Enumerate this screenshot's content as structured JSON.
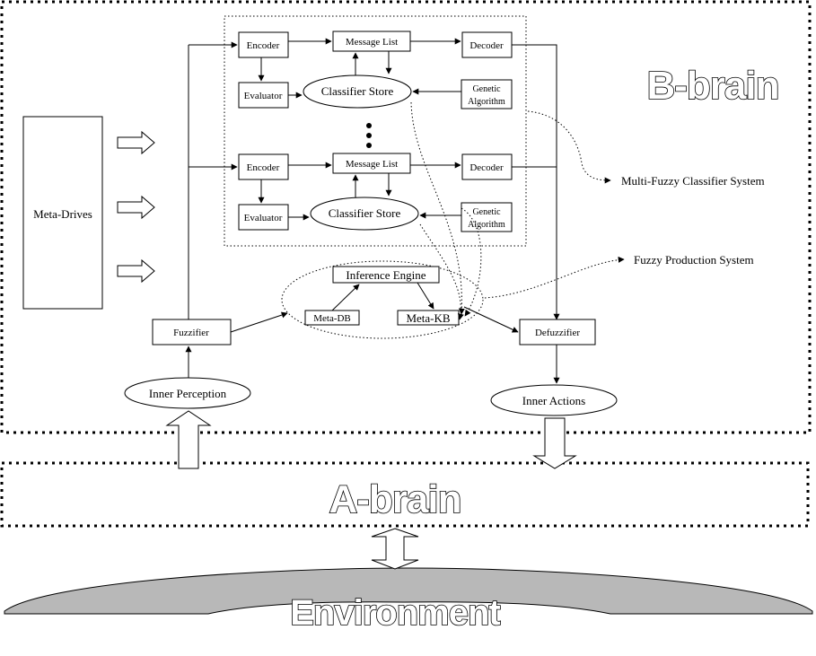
{
  "labels": {
    "b_brain": "B-brain",
    "a_brain": "A-brain",
    "environment": "Environment",
    "meta_drives": "Meta-Drives",
    "encoder": "Encoder",
    "evaluator": "Evaluator",
    "message_list": "Message List",
    "classifier_store": "Classifier Store",
    "decoder": "Decoder",
    "genetic_1": "Genetic",
    "genetic_2": "Algorithm",
    "multi_fuzzy": "Multi-Fuzzy Classifier System",
    "fuzzy_production": "Fuzzy Production System",
    "inference_engine": "Inference Engine",
    "meta_db": "Meta-DB",
    "meta_kb": "Meta-KB",
    "fuzzifier": "Fuzzifier",
    "defuzzifier": "Defuzzifier",
    "inner_perception": "Inner Perception",
    "inner_actions": "Inner Actions"
  }
}
